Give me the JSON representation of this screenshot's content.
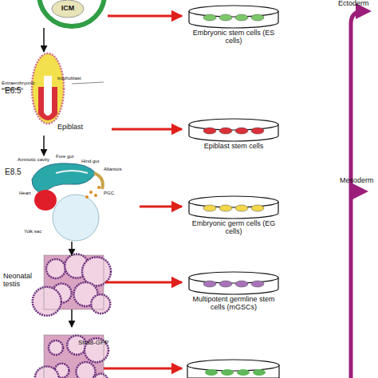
{
  "diagram": {
    "nodes": [
      {
        "text": [
          "ICM"
        ]
      },
      {
        "text": [
          "Embryonic stem cells (ES cells)"
        ]
      },
      {
        "text": [
          "Extraembryonic endoderm",
          "trophoblast",
          "Epiblast"
        ]
      },
      {
        "text": [
          "Epiblast stem cells"
        ]
      },
      {
        "text": [
          "Amniotic cavity",
          "Fore gut",
          "Hind gut",
          "Allantois",
          "Heart",
          "PGC",
          "Yolk sac"
        ]
      },
      {
        "text": [
          "Embryonic germ cells (EG cells)"
        ]
      },
      {
        "text": [
          "Neonatal testis"
        ]
      },
      {
        "text": [
          "Multipotent germline stem cells (mGSCs)"
        ]
      },
      {
        "text": [
          "Stra8-GFP"
        ]
      }
    ],
    "edges": [
      {
        "from": 0,
        "to": 1,
        "arrow": "to"
      },
      {
        "from": 2,
        "to": 3,
        "arrow": "to"
      },
      {
        "from": 4,
        "to": 5,
        "arrow": "to"
      },
      {
        "from": 6,
        "to": 7,
        "arrow": "to"
      },
      {
        "from": 0,
        "to": 2,
        "arrow": "to"
      },
      {
        "from": 2,
        "to": 4,
        "arrow": "to"
      },
      {
        "from": 4,
        "to": 6,
        "arrow": "to"
      },
      {
        "from": 6,
        "to": 8,
        "arrow": "to"
      }
    ],
    "labels": [
      "E6.5",
      "E8.5",
      "Ectoderm",
      "Mesoderm"
    ]
  }
}
